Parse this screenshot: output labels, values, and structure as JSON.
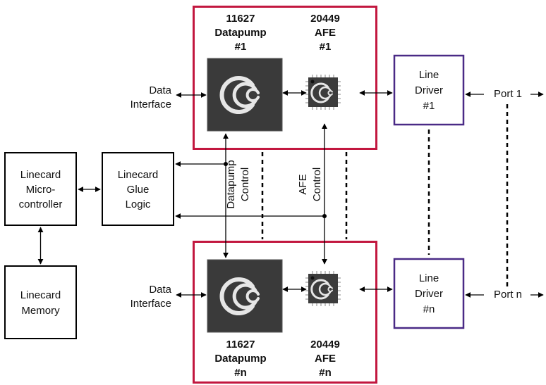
{
  "colors": {
    "chip_group_border": "#c2173f",
    "line_driver_border": "#4a2a86",
    "block_border": "#000000",
    "chip_background": "#3a3a3a",
    "chip_logo": "#e6e6e6"
  },
  "icons": {
    "datapump_chip": "datapump-chip-icon",
    "afe_chip": "afe-chip-icon"
  },
  "top_group": {
    "datapump": {
      "part": "11627",
      "name": "Datapump",
      "instance": "#1"
    },
    "afe": {
      "part": "20449",
      "name": "AFE",
      "instance": "#1"
    },
    "data_interface": [
      "Data",
      "Interface"
    ]
  },
  "bottom_group": {
    "datapump": {
      "part": "11627",
      "name": "Datapump",
      "instance": "#n"
    },
    "afe": {
      "part": "20449",
      "name": "AFE",
      "instance": "#n"
    },
    "data_interface": [
      "Data",
      "Interface"
    ]
  },
  "line_driver_1": [
    "Line",
    "Driver",
    "#1"
  ],
  "line_driver_n": [
    "Line",
    "Driver",
    "#n"
  ],
  "port_1": "Port 1",
  "port_n": "Port n",
  "microcontroller": [
    "Linecard",
    "Micro-",
    "controller"
  ],
  "glue_logic": [
    "Linecard",
    "Glue",
    "Logic"
  ],
  "memory": [
    "Linecard",
    "Memory"
  ],
  "datapump_control": [
    "Datapump",
    "Control"
  ],
  "afe_control": [
    "AFE",
    "Control"
  ]
}
